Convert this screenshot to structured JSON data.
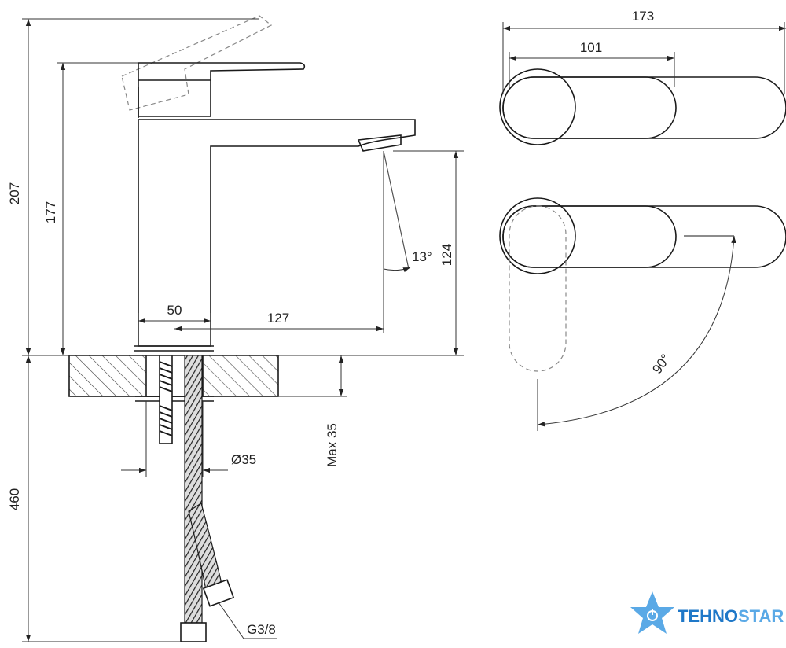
{
  "dimensions": {
    "height_total": "207",
    "height_body": "177",
    "spout_height": "124",
    "spout_angle": "13°",
    "base_width": "50",
    "spout_reach": "127",
    "top_width_total": "173",
    "top_width_handle": "101",
    "max_thickness": "Max 35",
    "hose_length": "460",
    "hole_diameter": "Ø35",
    "thread": "G3/8",
    "rotation": "90°"
  },
  "logo": {
    "text_part1": "TEHNO",
    "text_part2": "STAR",
    "color_primary": "#1f78c8",
    "color_light": "#5aa9e6",
    "icon": "star-power-icon"
  },
  "colors": {
    "line": "#1a1a1a",
    "dim": "#333333",
    "hatch": "#444444"
  }
}
